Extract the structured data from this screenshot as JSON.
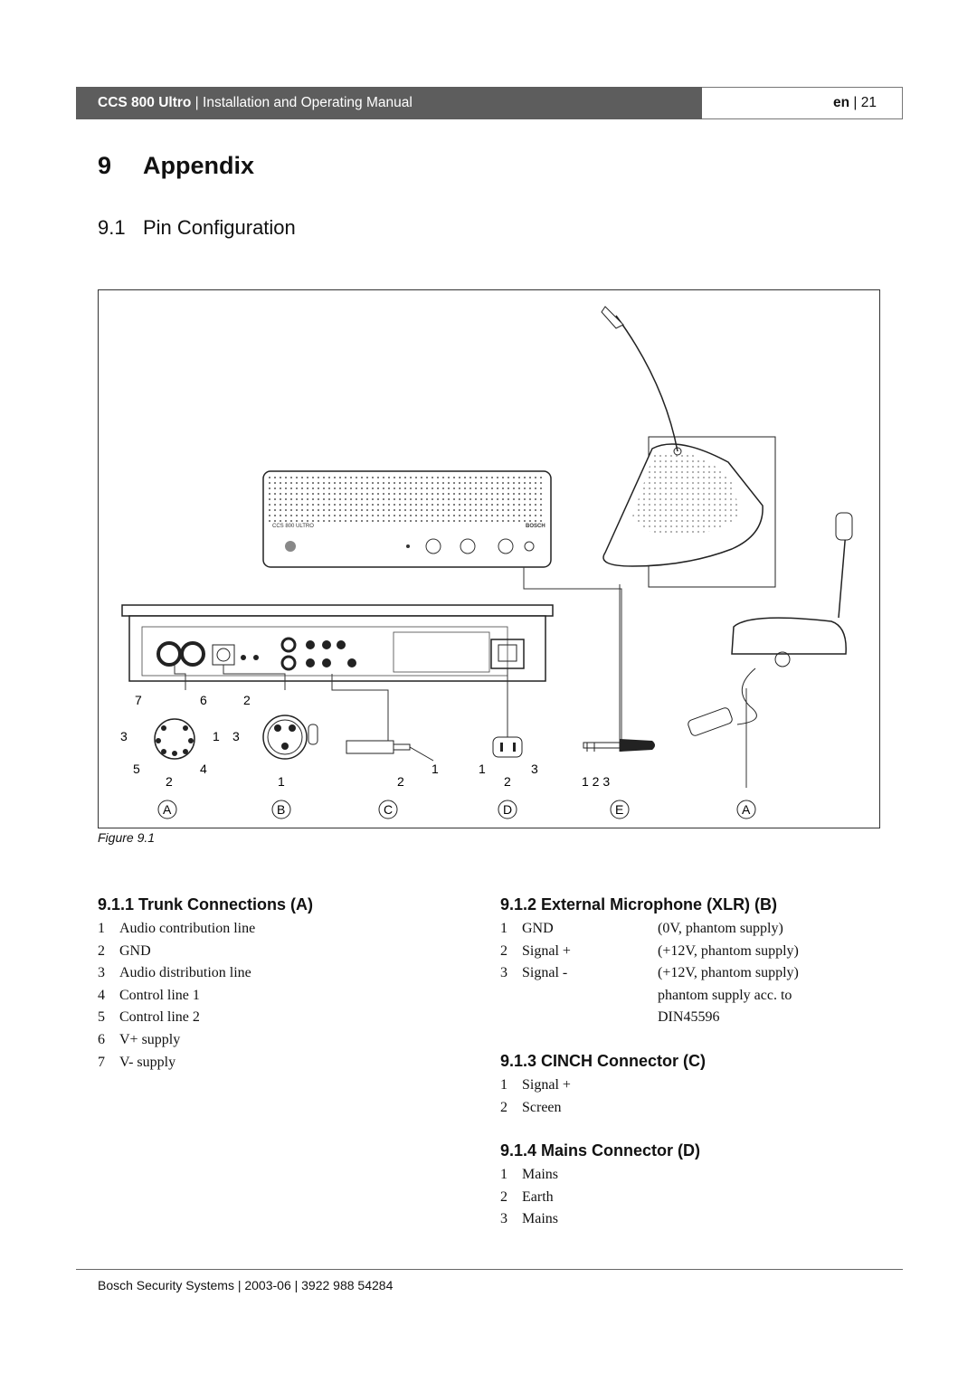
{
  "header": {
    "product": "CCS 800 Ultro",
    "separator": " | ",
    "doc_title": "Installation and Operating Manual",
    "lang": "en",
    "page_sep": " | ",
    "page": "21"
  },
  "section": {
    "num": "9",
    "title": "Appendix"
  },
  "subsection": {
    "num": "9.1",
    "title": "Pin Configuration"
  },
  "figure": {
    "caption": "Figure 9.1",
    "device_label": "CCS 800 ULTRO",
    "brand": "BOSCH",
    "connector_letters": [
      "A",
      "B",
      "C",
      "D",
      "E",
      "A"
    ],
    "pin_labels": {
      "din": [
        "7",
        "6",
        "3",
        "1",
        "5",
        "4",
        "2"
      ],
      "xlr": [
        "2",
        "3",
        "1"
      ],
      "cinch": [
        "2",
        "1"
      ],
      "mains": [
        "1",
        "3",
        "2"
      ],
      "jack": "1 2 3"
    }
  },
  "trunk": {
    "heading": "9.1.1 Trunk Connections (A)",
    "items": [
      {
        "n": "1",
        "t": "Audio contribution line"
      },
      {
        "n": "2",
        "t": "GND"
      },
      {
        "n": "3",
        "t": "Audio distribution line"
      },
      {
        "n": "4",
        "t": "Control line 1"
      },
      {
        "n": "5",
        "t": "Control line 2"
      },
      {
        "n": "6",
        "t": "V+ supply"
      },
      {
        "n": "7",
        "t": "V- supply"
      }
    ]
  },
  "xlr": {
    "heading": "9.1.2 External Microphone (XLR) (B)",
    "items": [
      {
        "n": "1",
        "l": "GND",
        "r": "(0V, phantom supply)"
      },
      {
        "n": "2",
        "l": "Signal +",
        "r": "(+12V, phantom supply)"
      },
      {
        "n": "3",
        "l": "Signal -",
        "r": "(+12V, phantom supply)"
      },
      {
        "n": "",
        "l": "",
        "r": "phantom supply acc. to"
      },
      {
        "n": "",
        "l": "",
        "r": "DIN45596"
      }
    ]
  },
  "cinch": {
    "heading": "9.1.3 CINCH Connector (C)",
    "items": [
      {
        "n": "1",
        "t": "Signal +"
      },
      {
        "n": "2",
        "t": "Screen"
      }
    ]
  },
  "mains": {
    "heading": "9.1.4 Mains Connector (D)",
    "items": [
      {
        "n": "1",
        "t": "Mains"
      },
      {
        "n": "2",
        "t": "Earth"
      },
      {
        "n": "3",
        "t": "Mains"
      }
    ]
  },
  "footer": "Bosch Security Systems | 2003-06 | 3922 988 54284"
}
